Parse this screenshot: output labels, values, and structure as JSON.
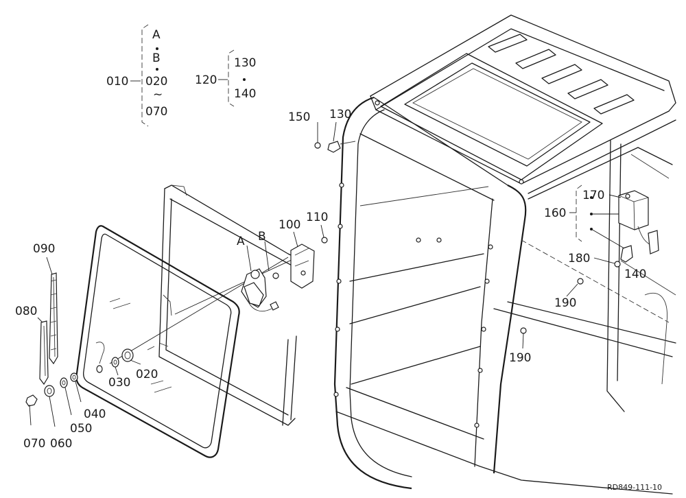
{
  "legend_group_1": {
    "parent": "010",
    "items": [
      "A",
      "B",
      "020",
      "070"
    ],
    "range_mark": "~"
  },
  "legend_group_2": {
    "parent": "120",
    "items": [
      "130",
      "140"
    ]
  },
  "callouts": {
    "p090": "090",
    "p080": "080",
    "p070": "070",
    "p060": "060",
    "p050": "050",
    "p040": "040",
    "p030": "030",
    "p020": "020",
    "pA": "A",
    "pB": "B",
    "p100": "100",
    "p110": "110",
    "p150": "150",
    "p130": "130",
    "p170": "170",
    "p160": "160",
    "p180": "180",
    "p140": "140",
    "p190a": "190",
    "p190b": "190"
  },
  "drawing_ref": "RD849-111-10"
}
